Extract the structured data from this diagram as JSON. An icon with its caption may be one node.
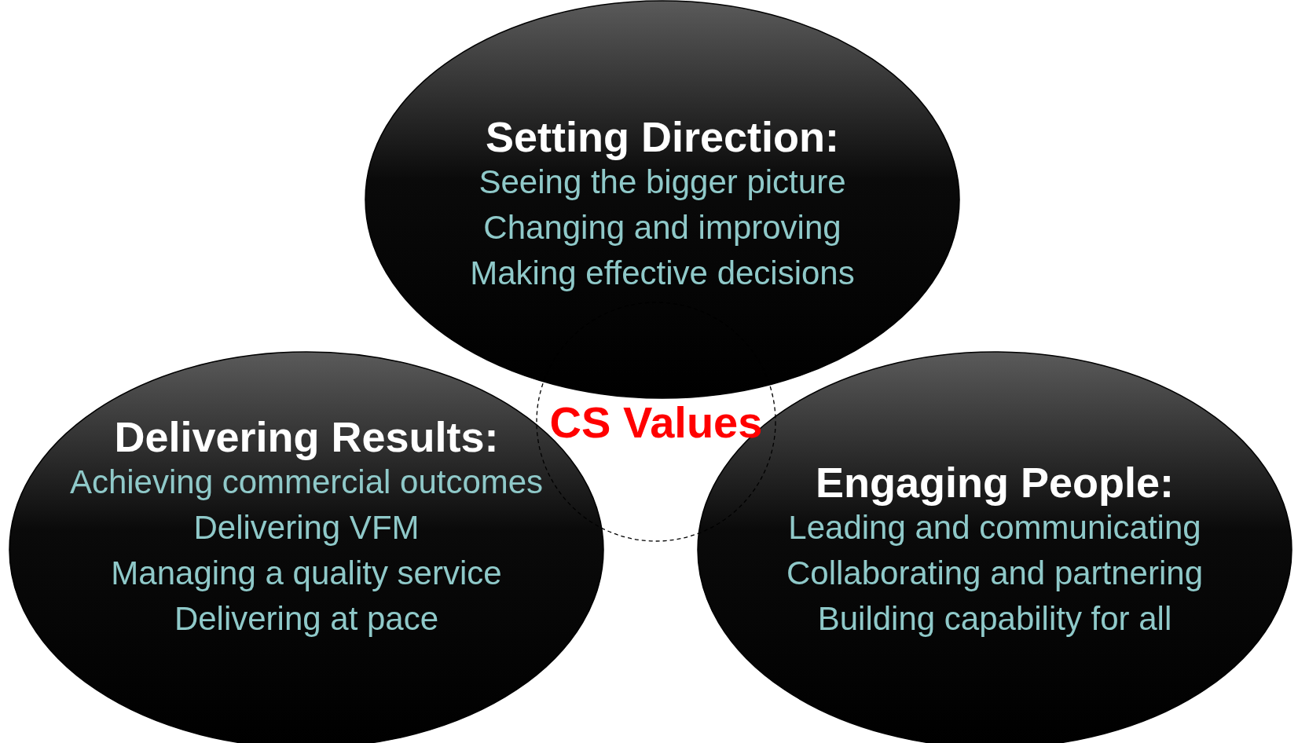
{
  "diagram": {
    "nodes": [
      {
        "text": [
          "Setting Direction:",
          "Seeing the bigger picture",
          "Changing and improving",
          "Making effective decisions"
        ]
      },
      {
        "text": [
          "Delivering Results:",
          "Achieving commercial outcomes",
          "Delivering VFM",
          "Managing a quality service",
          "Delivering at pace"
        ]
      },
      {
        "text": [
          "Engaging People:",
          "Leading and communicating",
          "Collaborating and partnering",
          "Building capability for all"
        ]
      },
      {
        "text": [
          "CS Values"
        ]
      }
    ]
  }
}
